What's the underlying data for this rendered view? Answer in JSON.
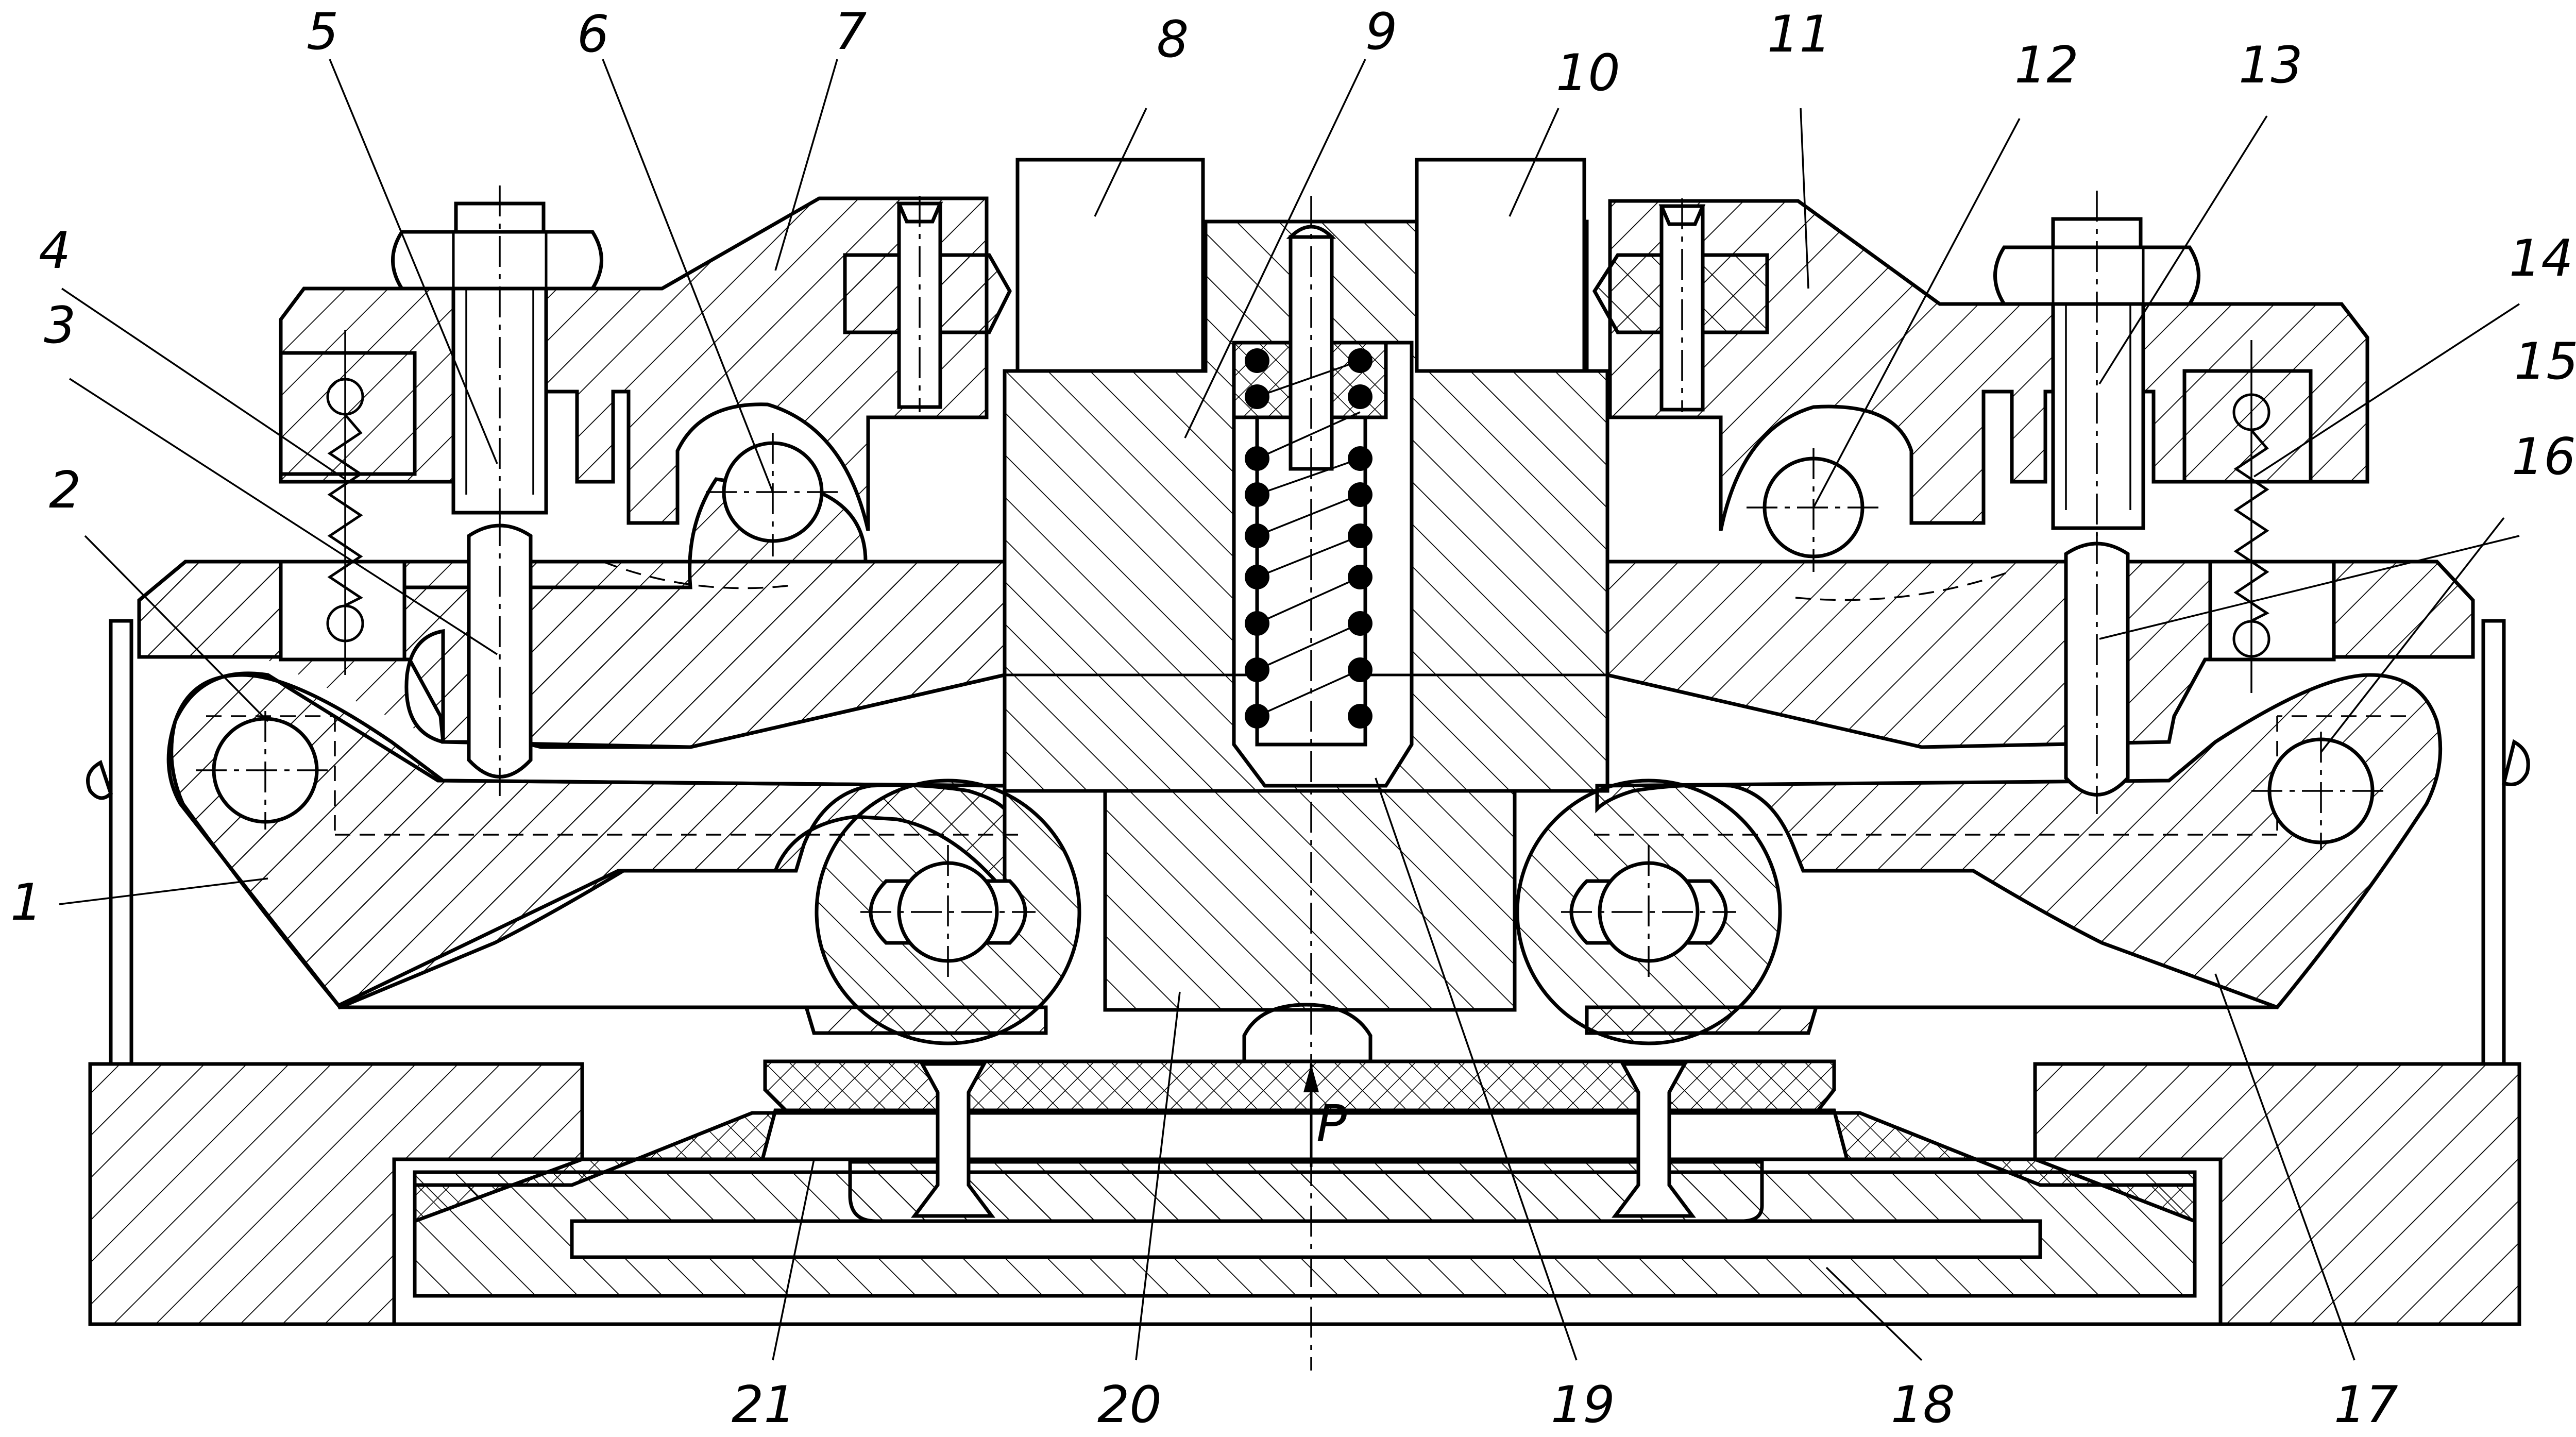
{
  "callouts": [
    "1",
    "2",
    "3",
    "4",
    "5",
    "6",
    "7",
    "8",
    "9",
    "10",
    "11",
    "12",
    "13",
    "14",
    "15",
    "16",
    "17",
    "18",
    "19",
    "20",
    "21"
  ],
  "force_label": "P",
  "colors": {
    "line": "#000000",
    "background": "#ffffff"
  },
  "hatch_styles": [
    "diagonal-right",
    "diagonal-left",
    "cross-hatch"
  ]
}
